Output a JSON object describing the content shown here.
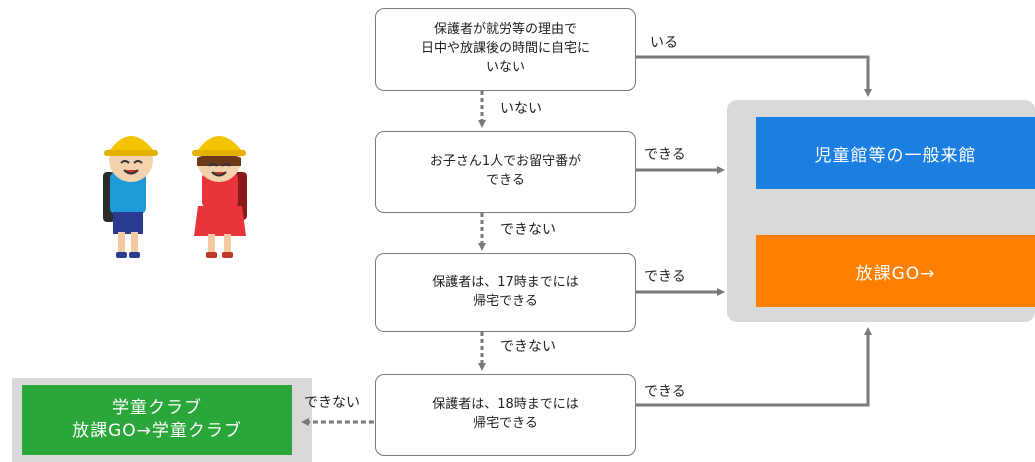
{
  "boxes": {
    "q1": [
      "保護者が就労等の理由で",
      "日中や放課後の時間に自宅に",
      "いない"
    ],
    "q2": [
      "お子さん1人でお留守番が",
      "できる"
    ],
    "q3": [
      "保護者は、17時までには",
      "帰宅できる"
    ],
    "q4": [
      "保護者は、18時までには",
      "帰宅できる"
    ]
  },
  "edges": {
    "q1_yes": "いる",
    "q1_no": "いない",
    "q2_yes": "できる",
    "q2_no": "できない",
    "q3_yes": "できる",
    "q3_no": "できない",
    "q4_yes": "できる",
    "q4_no": "できない"
  },
  "destinations": {
    "general": "児童館等の一般来館",
    "hoka_go": "放課GO→",
    "club_line1": "学童クラブ",
    "club_line2": "放課GO→学童クラブ"
  },
  "colors": {
    "general": "#1a7fe0",
    "hoka_go": "#ff7f00",
    "club": "#2aa63a",
    "panel": "#d9d9d9",
    "arrow": "#7a7a7a",
    "helmet": "#f5c400"
  },
  "icons": {
    "children": "two-schoolchildren-with-yellow-helmets-illustration"
  }
}
